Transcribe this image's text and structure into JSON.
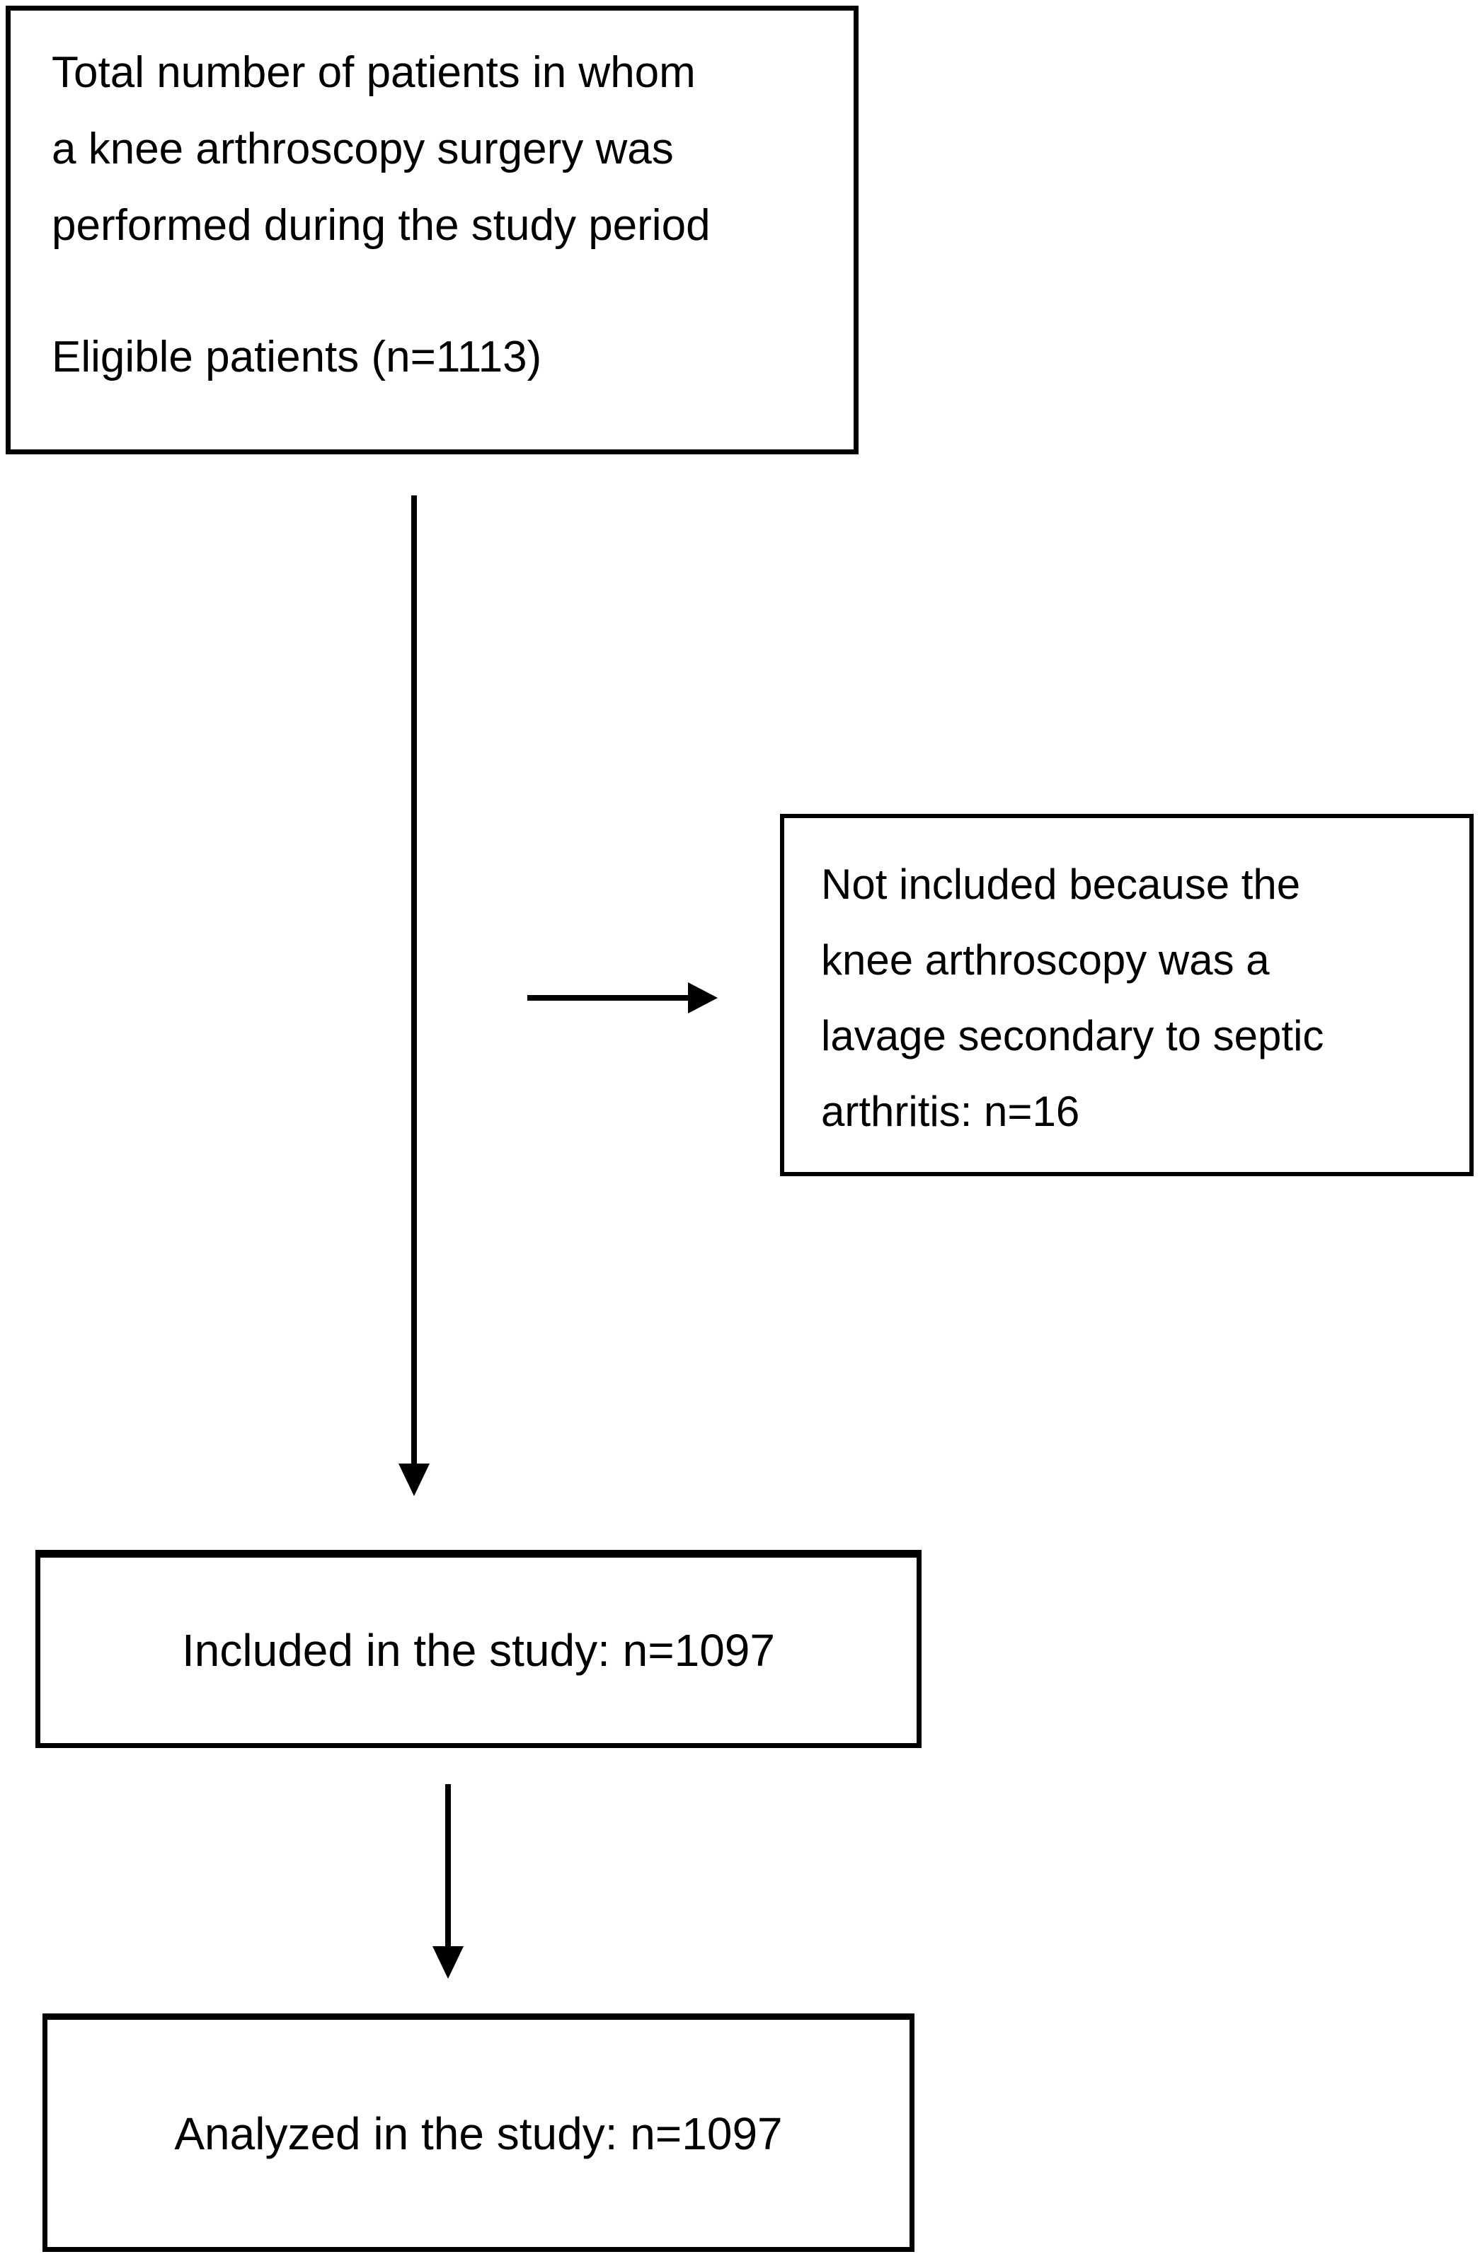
{
  "flowchart": {
    "eligible_box": {
      "lines": [
        "Total number of patients in whom",
        "a knee arthroscopy surgery was",
        "performed during the study period"
      ],
      "eligible_line": "Eligible patients (n=1113)"
    },
    "exclusion_box": {
      "lines": [
        "Not included because the",
        "knee arthroscopy was a",
        "lavage secondary to septic",
        "arthritis: n=16"
      ]
    },
    "included_box": {
      "label": "Included in the study: n=1097"
    },
    "analyzed_box": {
      "label": "Analyzed in the study: n=1097"
    },
    "counts": {
      "eligible": 1113,
      "excluded_septic_arthritis_lavage": 16,
      "included": 1097,
      "analyzed": 1097
    },
    "colors": {
      "ink": "#000000",
      "background": "#ffffff"
    }
  }
}
